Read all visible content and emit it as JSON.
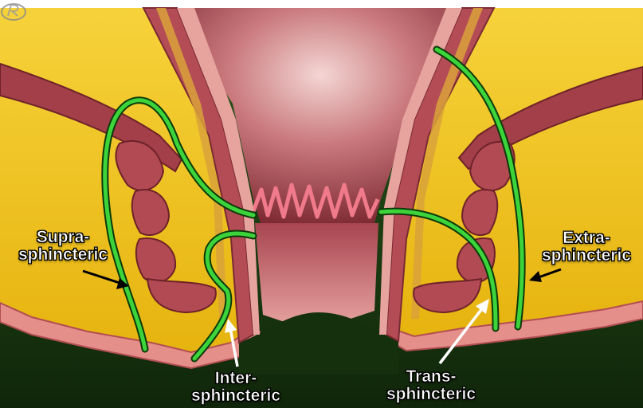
{
  "labels": {
    "supra": {
      "line1": "Supra-",
      "line2": "sphincteric"
    },
    "extra": {
      "line1": "Extra-",
      "line2": "sphincteric"
    },
    "inter": {
      "line1": "Inter-",
      "line2": "sphincteric"
    },
    "trans": {
      "line1": "Trans-",
      "line2": "sphincteric"
    }
  },
  "colors": {
    "fat": "#f4c81a",
    "muscle": "#a8404a",
    "mucosa": "#c44a5a",
    "skin": "#e08a8a",
    "tract": "#3cd43a",
    "background": "#1d3d12"
  }
}
